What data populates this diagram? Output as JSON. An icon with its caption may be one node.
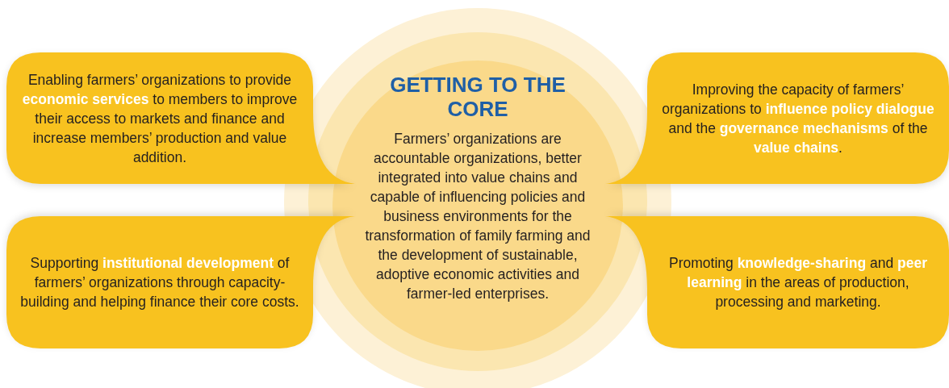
{
  "diagram": {
    "nodes": [
      {
        "text": [
          "GETTING TO THE CORE",
          "Farmers’ organizations  are accountable organizations, better integrated into value chains and capable of influencing policies and business environments for the transformation of family farming and the development of sustainable, adoptive economic activities and farmer-led enterprises."
        ]
      },
      {
        "text": [
          "Enabling farmers’ organizations to provide **economic services** to members to improve their access to markets and finance and increase members’ production and value addition."
        ]
      },
      {
        "text": [
          "Improving the capacity of farmers’ organizations to **influence policy dialogue** and the **governance mechanisms** of the **value chains**."
        ]
      },
      {
        "text": [
          "Supporting **institutional development** of farmers’ organizations  through capacity-building and helping finance their core costs."
        ]
      },
      {
        "text": [
          "Promoting **knowledge-sharing** and **peer learning** in the areas of production, processing and marketing."
        ]
      }
    ]
  }
}
